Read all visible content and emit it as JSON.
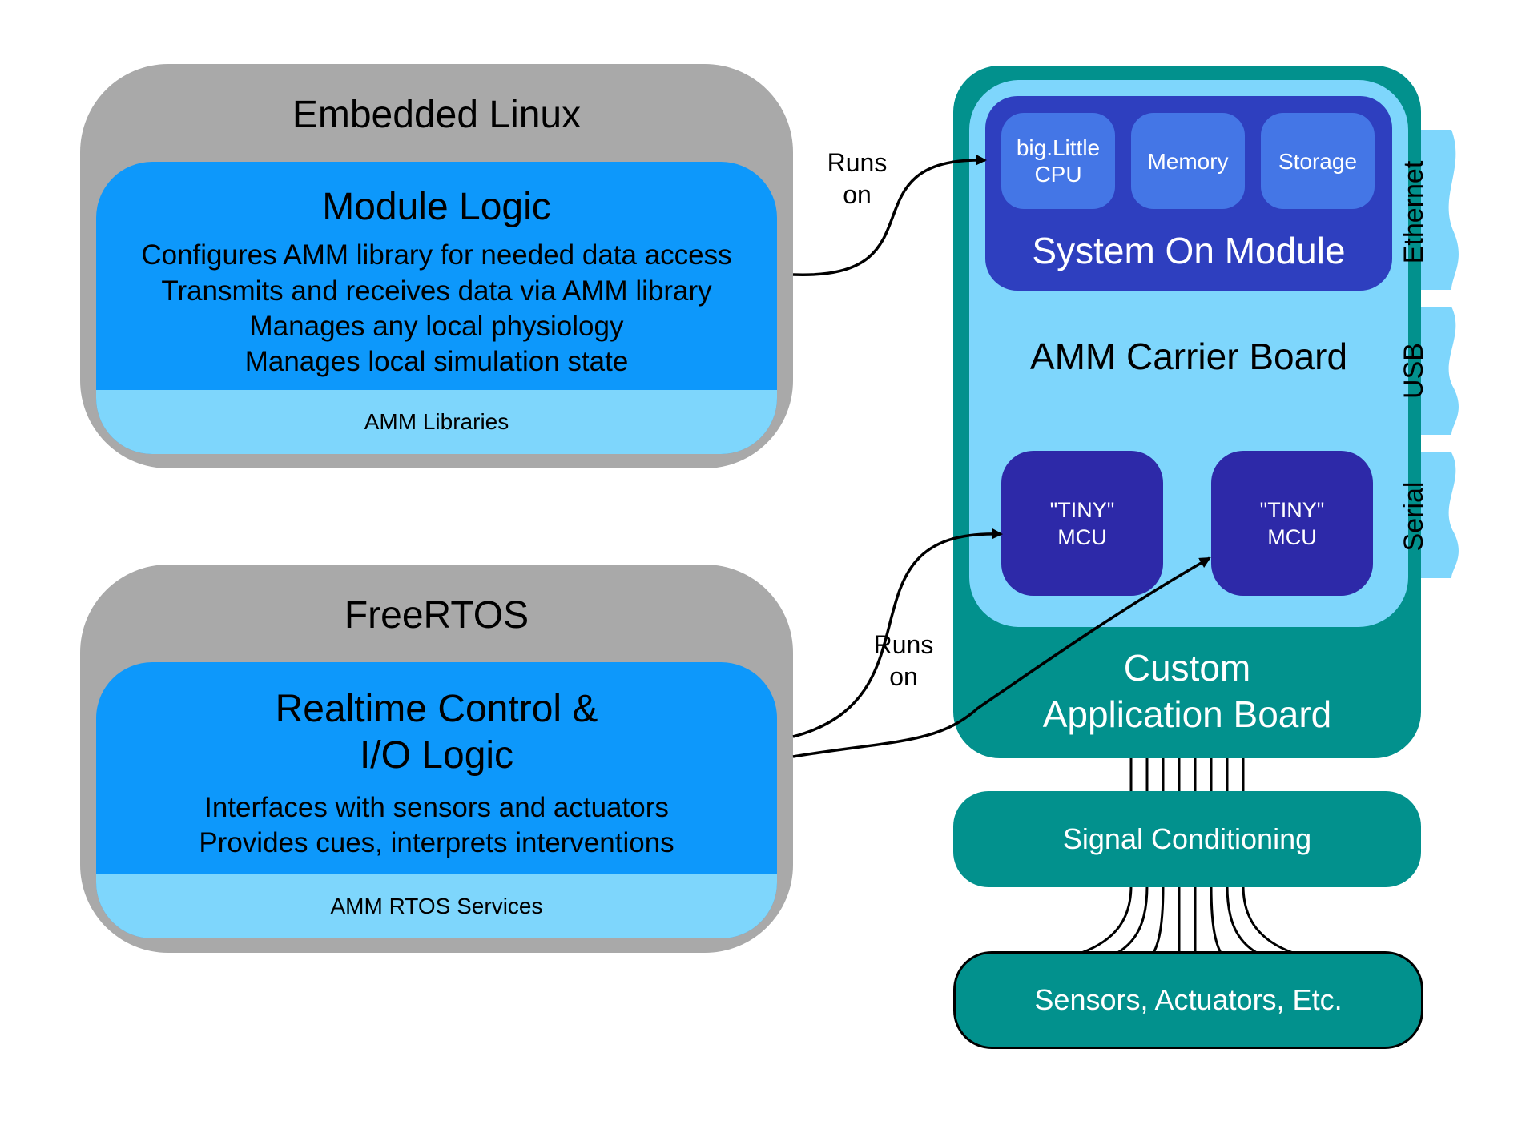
{
  "software": {
    "linux": {
      "title": "Embedded Linux",
      "logic_title": "Module Logic",
      "lines": [
        "Configures AMM library for needed data access",
        "Transmits and receives data via AMM library",
        "Manages any local physiology",
        "Manages local simulation state"
      ],
      "library": "AMM Libraries"
    },
    "rtos": {
      "title": "FreeRTOS",
      "logic_title_lines": [
        "Realtime Control &",
        "I/O Logic"
      ],
      "lines": [
        "Interfaces with sensors and actuators",
        "Provides cues, interprets interventions"
      ],
      "library": "AMM RTOS Services"
    }
  },
  "connectors": {
    "runs_on_top": [
      "Runs",
      "on"
    ],
    "runs_on_bottom": [
      "Runs",
      "on"
    ]
  },
  "hardware": {
    "som": {
      "title": "System On Module",
      "chips": [
        {
          "label_lines": [
            "big.Little",
            "CPU"
          ]
        },
        {
          "label_lines": [
            "Memory"
          ]
        },
        {
          "label_lines": [
            "Storage"
          ]
        }
      ]
    },
    "carrier_title": "AMM Carrier Board",
    "mcus": [
      {
        "label_lines": [
          "\"TINY\"",
          "MCU"
        ]
      },
      {
        "label_lines": [
          "\"TINY\"",
          "MCU"
        ]
      }
    ],
    "ports": [
      "Ethernet",
      "USB",
      "Serial"
    ],
    "app_board_lines": [
      "Custom",
      "Application Board"
    ],
    "signal_conditioning": "Signal Conditioning",
    "sensors": "Sensors, Actuators, Etc."
  },
  "colors": {
    "os_gray": "#a9a9a9",
    "logic_blue": "#0d98fb",
    "light_blue": "#7ed6fc",
    "teal": "#02918d",
    "som_blue": "#2e3fbf",
    "chip_blue": "#4476e6",
    "mcu_blue": "#2d29a8"
  }
}
